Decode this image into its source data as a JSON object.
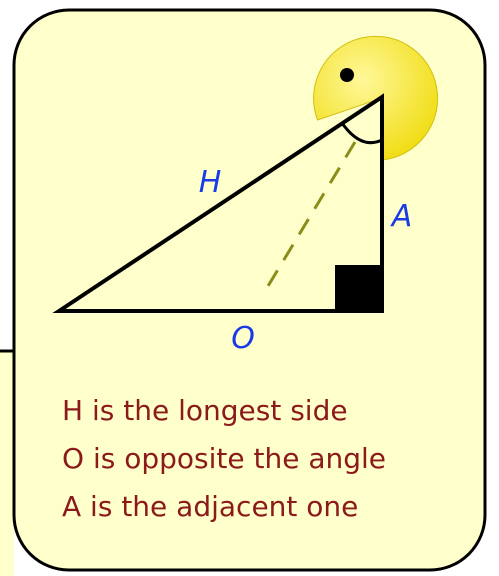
{
  "diagram": {
    "side_labels": {
      "hypotenuse": "H",
      "opposite": "O",
      "adjacent": "A"
    },
    "caption_lines": [
      "H is the longest side",
      "O is opposite the angle",
      "A is the adjacent one"
    ]
  },
  "colors": {
    "card_background": "#ffffcc",
    "card_border": "#000000",
    "page_background": "#ffffff",
    "side_label": "#1a3ae6",
    "caption_text": "#8b1a1a",
    "triangle_stroke": "#000000",
    "dashed_line": "#8c8c1a",
    "face": "#f5e628",
    "face_stroke": "#c8b814",
    "right_angle_marker": "#000000"
  }
}
